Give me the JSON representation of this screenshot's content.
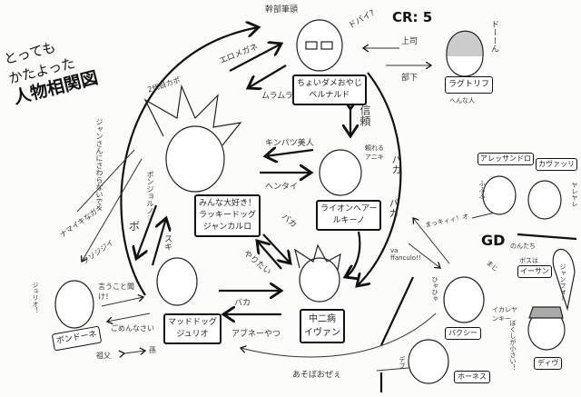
{
  "title": {
    "line1": "とっても",
    "line2": "かたよった",
    "line3": "人物相関図"
  },
  "cr_label": "CR: 5",
  "characters": {
    "bernardo": {
      "line1": "ちょいダメおやじ",
      "line2": "ベルナルド",
      "note": "幹部筆頭",
      "exclaim": "ドバイ?"
    },
    "ragtolf": {
      "name": "ラグトリフ",
      "note": "へんな人",
      "exclaim": "ドーーん"
    },
    "luchino": {
      "line1": "ライオンヘアー",
      "line2": "ルキーノ",
      "note": "頼れるアニキ"
    },
    "giancarlo": {
      "line1": "みんな大好き！",
      "line2": "ラッキードッグ",
      "line3": "ジャンカルロ",
      "note": "2代目カポ",
      "greeting": "ボンジョルノ♡"
    },
    "giulio": {
      "line1": "マッドドッグ",
      "line2": "ジュリオ"
    },
    "bondone": {
      "name": "ボンドーネ",
      "shout": "ジュリオ！"
    },
    "ivan": {
      "line1": "中二病",
      "line2": "イヴァン"
    },
    "alessandro": {
      "name": "アレッサンドロ",
      "laugh": "ふふふ"
    },
    "cavalli": {
      "name": "カヴァッリ",
      "sigh": "ヤレヤレ"
    },
    "bakshi": {
      "name": "バクシー",
      "laugh": "ひゃひゃ",
      "note1": "まじ",
      "note2": "イカレヤンキー",
      "note3": "ぼくしが小さい！"
    },
    "dieg": {
      "name": "ディヴ",
      "speech": "ジャンフォー"
    },
    "hornes": {
      "name": "ホーネス",
      "note": "デブ"
    }
  },
  "gd": {
    "label": "GD",
    "sub": "のんたち",
    "boss": "ボスは",
    "boss_name": "イーサン"
  },
  "relations": {
    "ero_megane": "エロメガネ",
    "muramura": "ムラムラ",
    "joushi": "上司",
    "buka": "部下",
    "shinrai": "信頼",
    "kinpatsu": "キンパツ美人",
    "hentai": "ヘンタイ",
    "jan_sawaranaide": "ジャンさんにさわらないで",
    "namaiki": "ナマイキなガキ",
    "kusojijii": "クソジジイ",
    "bo": "ボ",
    "suki": "スキ",
    "iukoto": "言うこと聞け！",
    "gomennasai": "ごめんなさい",
    "sofu": "祖父",
    "mago": "孫",
    "baka1": "バカ",
    "baka2": "バカ",
    "baka3": "バカ",
    "baka4": "バカ",
    "abunee": "アブネーやつ",
    "yaritai": "やりたい",
    "makii": "まっキィィ！オ",
    "vaffanculo": "va ffanculo!!",
    "asobo": "あそぼおぜぇ"
  }
}
